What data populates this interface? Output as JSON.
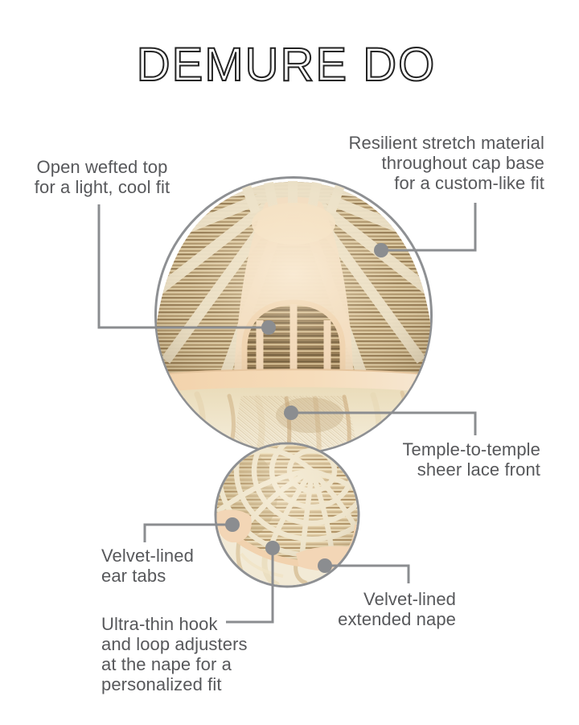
{
  "title": "DEMURE DO",
  "callouts": {
    "open_wefted": "Open wefted top\nfor a light, cool fit",
    "resilient": "Resilient stretch material\nthroughout cap base\nfor a custom-like fit",
    "temple": "Temple-to-temple\nsheer lace front",
    "ear_tabs": "Velvet-lined\near tabs",
    "extended_nape": "Velvet-lined\nextended nape",
    "adjusters": "Ultra-thin hook\nand loop adjusters\nat the nape for a\npersonalized fit"
  },
  "colors": {
    "label_text": "#57585b",
    "title_text": "#242424",
    "connector_gray": "#8b8d90",
    "circle_ring_gray": "#8e9093",
    "cap_peach": "#f5d9b8",
    "ribbon_cream": "#ece2ca",
    "weft_tan": "#c9b288",
    "hair_blonde": "#f0e6cd"
  }
}
